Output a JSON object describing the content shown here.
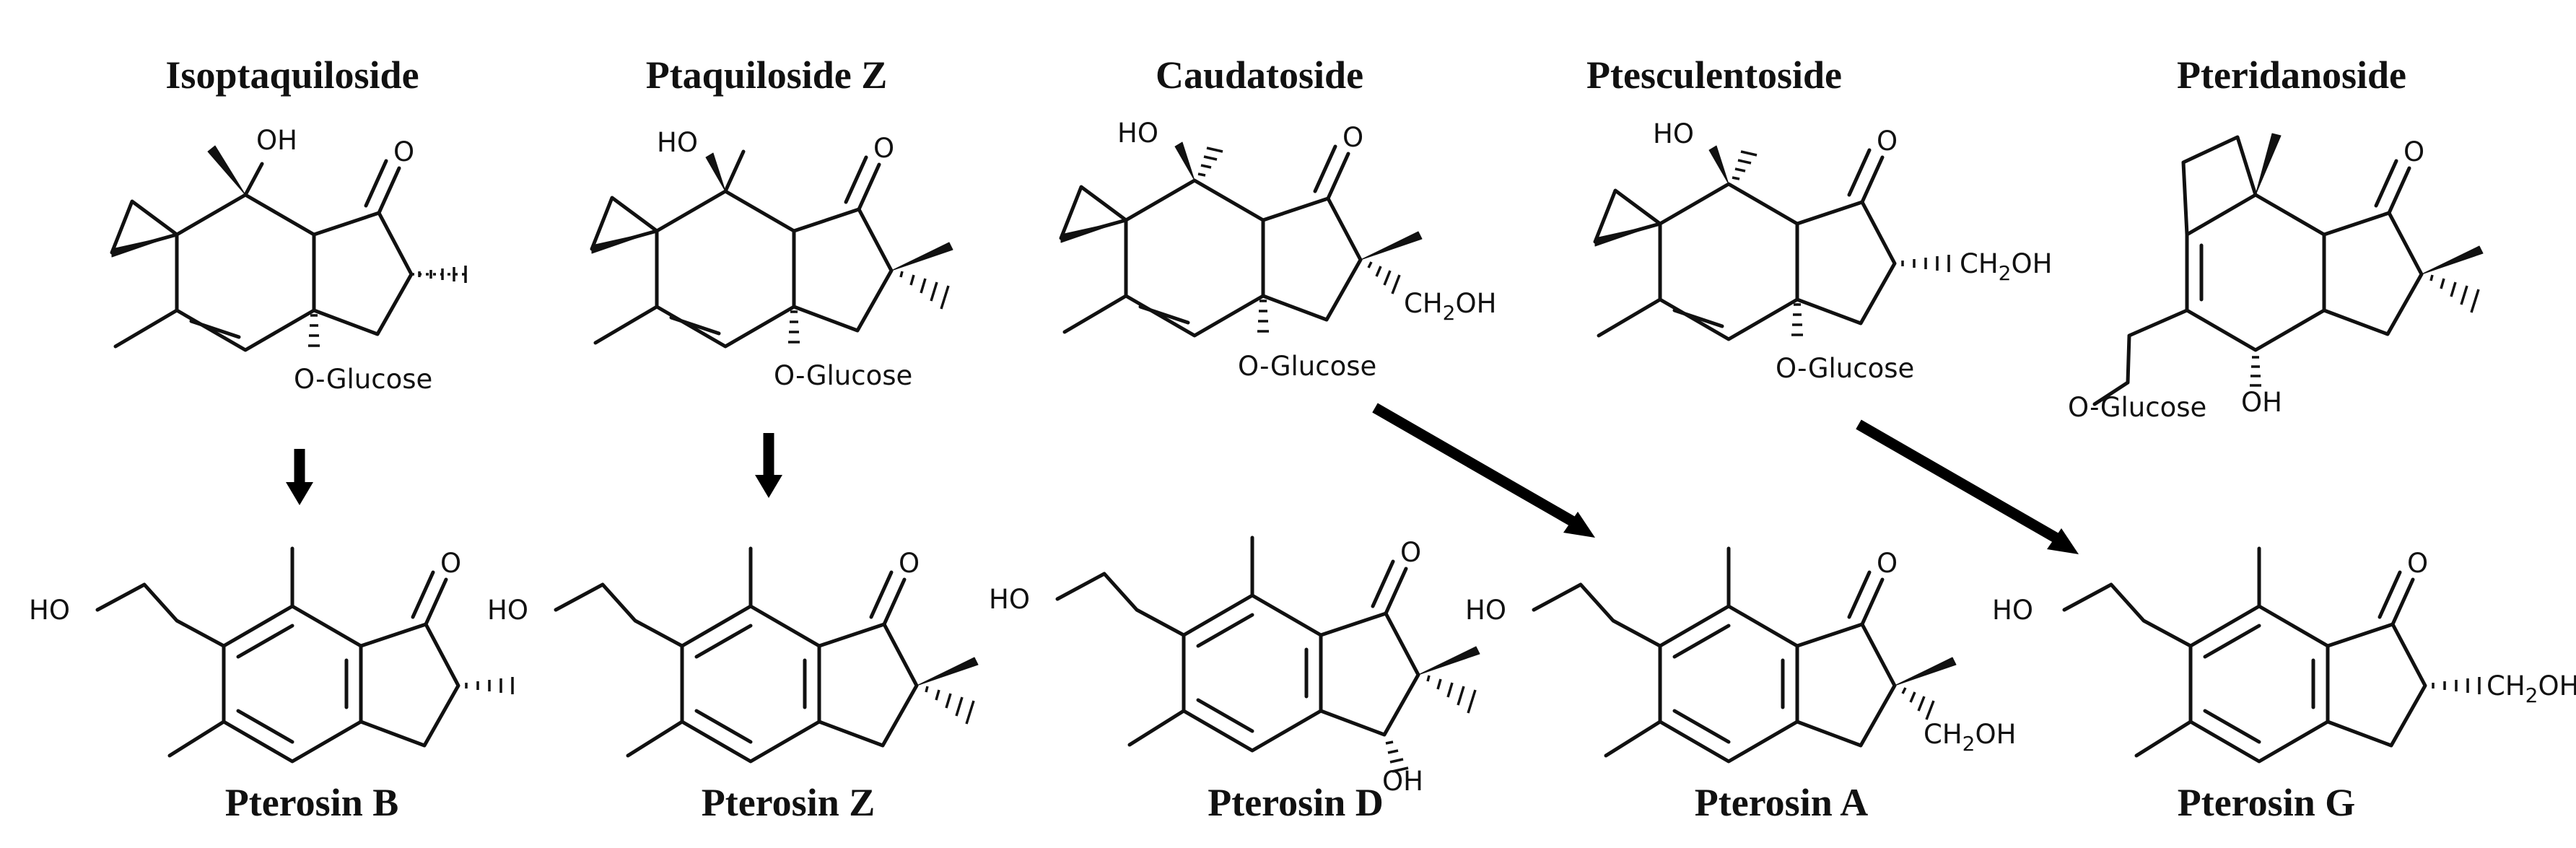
{
  "precursors": [
    {
      "name": "Isoptaquiloside",
      "oh": "OH",
      "glycoside": "O-Glucose"
    },
    {
      "name": "Ptaquiloside Z",
      "oh": "HO",
      "glycoside": "O-Glucose"
    },
    {
      "name": "Caudatoside",
      "oh": "HO",
      "glycoside": "O-Glucose",
      "side_group": "CH2OH"
    },
    {
      "name": "Ptesculentoside",
      "oh": "HO",
      "glycoside": "O-Glucose",
      "side_group": "CH2OH"
    },
    {
      "name": "Pteridanoside",
      "oh": "OH",
      "glycoside": "O-Glucose"
    }
  ],
  "products": [
    {
      "name": "Pterosin B",
      "ho": "HO"
    },
    {
      "name": "Pterosin Z",
      "ho": "HO"
    },
    {
      "name": "Pterosin D",
      "ho": "HO",
      "oh": "OH"
    },
    {
      "name": "Pterosin A",
      "ho": "HO",
      "side_group": "CH2OH"
    },
    {
      "name": "Pterosin G",
      "ho": "HO",
      "side_group": "CH2OH"
    }
  ],
  "carbonyl_label": "O",
  "conversions": [
    {
      "from": "Isoptaquiloside",
      "to": "Pterosin B"
    },
    {
      "from": "Ptaquiloside Z",
      "to": "Pterosin Z"
    },
    {
      "from": "Caudatoside",
      "to": "Pterosin A"
    },
    {
      "from": "Ptesculentoside",
      "to": "Pterosin G"
    }
  ]
}
